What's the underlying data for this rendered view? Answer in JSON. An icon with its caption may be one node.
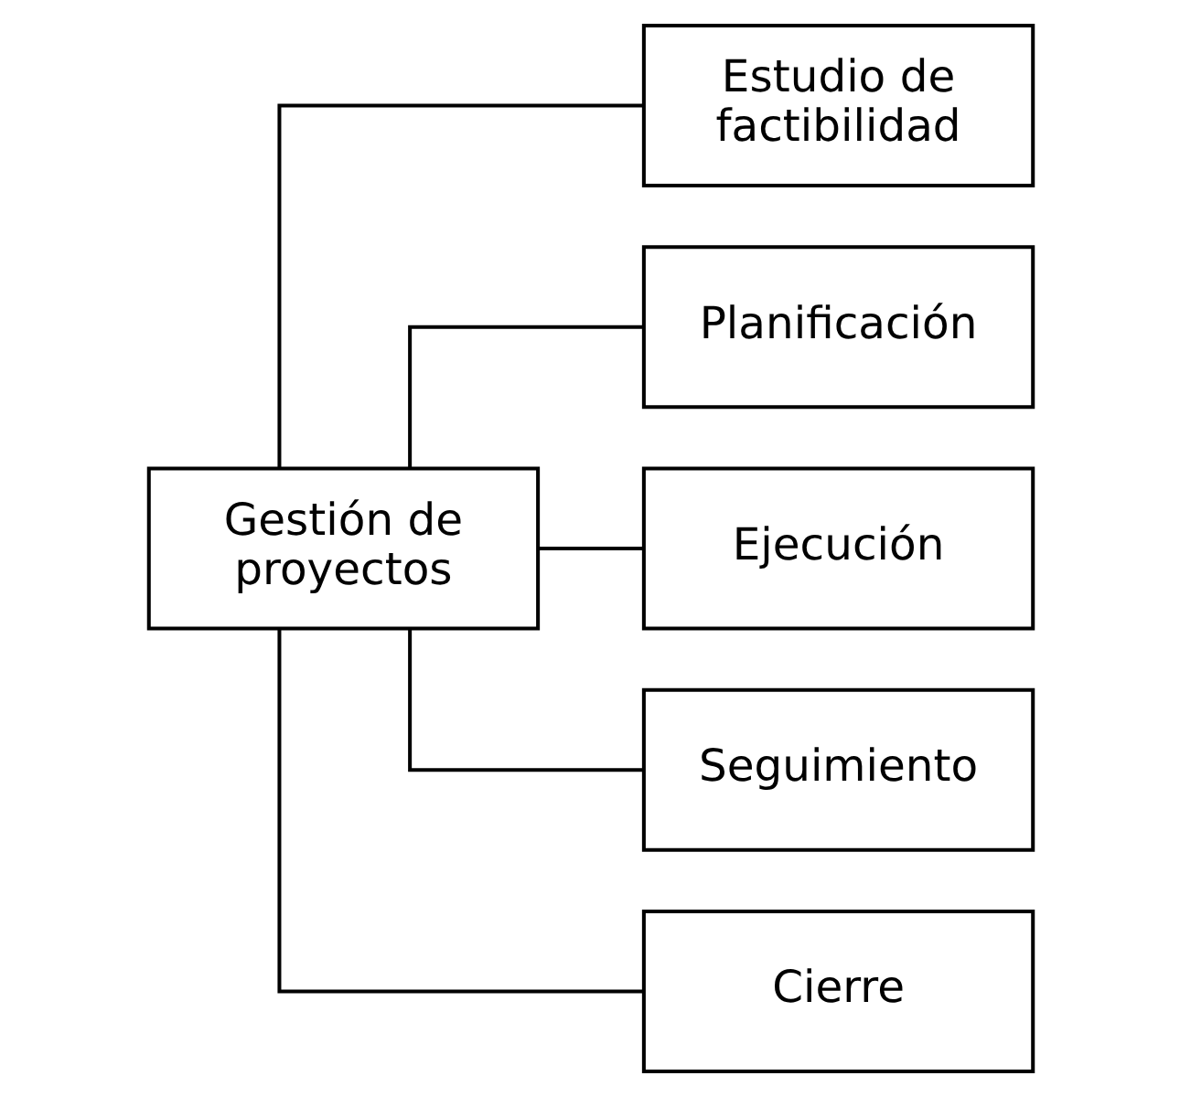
{
  "diagram": {
    "nodes": [
      {
        "text": [
          "Gestión de proyectos"
        ]
      },
      {
        "text": [
          "Estudio de factibilidad"
        ]
      },
      {
        "text": [
          "Planificación"
        ]
      },
      {
        "text": [
          "Ejecución"
        ]
      },
      {
        "text": [
          "Seguimiento"
        ]
      },
      {
        "text": [
          "Cierre"
        ]
      }
    ],
    "edges": [
      {
        "from": 0,
        "to": 1,
        "arrow": "none"
      },
      {
        "from": 0,
        "to": 2,
        "arrow": "none"
      },
      {
        "from": 0,
        "to": 3,
        "arrow": "none"
      },
      {
        "from": 0,
        "to": 4,
        "arrow": "none"
      },
      {
        "from": 0,
        "to": 5,
        "arrow": "none"
      }
    ]
  }
}
